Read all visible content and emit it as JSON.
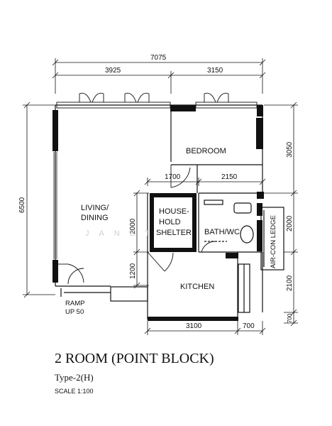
{
  "title": "2 ROOM (POINT BLOCK)",
  "subtitle": "Type-2(H)",
  "scale": "SCALE 1:100",
  "watermark": "JANET",
  "dimensions": {
    "overall_width": "7075",
    "top_left": "3925",
    "top_right": "3150",
    "left_height": "6500",
    "right_upper": "3050",
    "right_mid": "2000",
    "right_lower": "2100",
    "right_bottom": "700",
    "inner_1700": "1700",
    "inner_2150": "2150",
    "inner_2000": "2000",
    "inner_1200": "1200",
    "bottom_3100": "3100",
    "bottom_700": "700"
  },
  "rooms": {
    "bedroom": "BEDROOM",
    "living_line1": "LIVING/",
    "living_line2": "DINING",
    "shelter_line1": "HOUSE-",
    "shelter_line2": "HOLD",
    "shelter_line3": "SHELTER",
    "bath": "BATH/WC",
    "kitchen": "KITCHEN",
    "aircon": "AIR-CON LEDGE",
    "ramp_line1": "RAMP",
    "ramp_line2": "UP 50"
  }
}
